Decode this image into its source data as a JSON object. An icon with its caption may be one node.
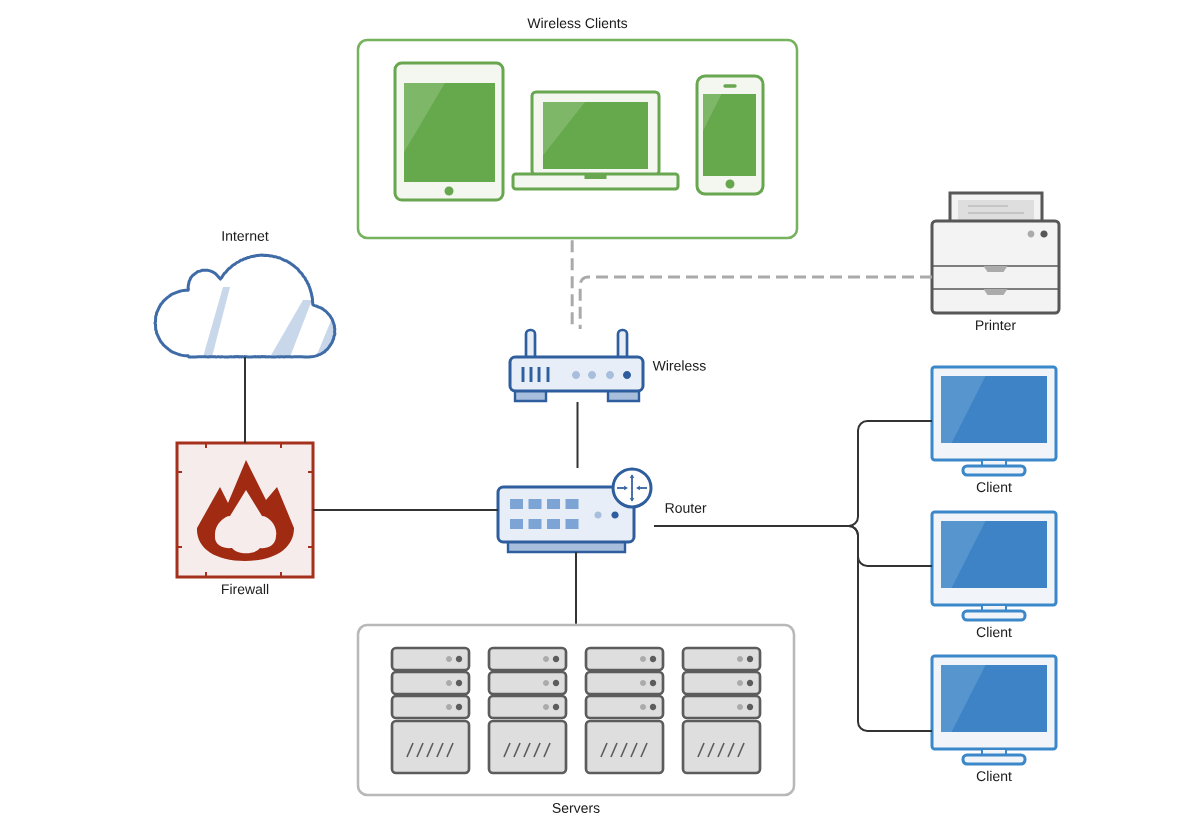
{
  "diagram": {
    "nodes": [
      {
        "text": [
          "Wireless Clients"
        ]
      },
      {
        "text": [],
        "shape": "picture",
        "in": 0
      },
      {
        "text": [],
        "shape": "picture",
        "in": 0
      },
      {
        "text": [],
        "shape": "picture",
        "in": 0
      },
      {
        "text": [
          "Internet"
        ]
      },
      {
        "text": [
          "Printer"
        ]
      },
      {
        "text": [
          "Wireless"
        ]
      },
      {
        "text": [
          "Firewall"
        ]
      },
      {
        "text": [
          "Router"
        ]
      },
      {
        "text": [
          "Client"
        ]
      },
      {
        "text": [
          "Client"
        ]
      },
      {
        "text": [
          "Client"
        ]
      },
      {
        "text": [
          "Servers"
        ]
      },
      {
        "text": [],
        "shape": "picture",
        "in": 12
      },
      {
        "text": [],
        "shape": "picture",
        "in": 12
      },
      {
        "text": [],
        "shape": "picture",
        "in": 12
      },
      {
        "text": [],
        "shape": "picture",
        "in": 12
      }
    ],
    "edges": [
      {
        "from": 0,
        "to": 6,
        "arrow": "none",
        "style": "dashed",
        "color": "#aaaaaa"
      },
      {
        "from": 5,
        "to": 6,
        "arrow": "none",
        "style": "dashed",
        "color": "#aaaaaa"
      },
      {
        "from": 4,
        "to": 7,
        "arrow": "none"
      },
      {
        "from": 6,
        "to": 8,
        "arrow": "none"
      },
      {
        "from": 7,
        "to": 8,
        "arrow": "none"
      },
      {
        "from": 8,
        "to": 9,
        "arrow": "none"
      },
      {
        "from": 8,
        "to": 10,
        "arrow": "none"
      },
      {
        "from": 8,
        "to": 11,
        "arrow": "none"
      },
      {
        "from": 8,
        "to": 12,
        "arrow": "none"
      }
    ]
  }
}
